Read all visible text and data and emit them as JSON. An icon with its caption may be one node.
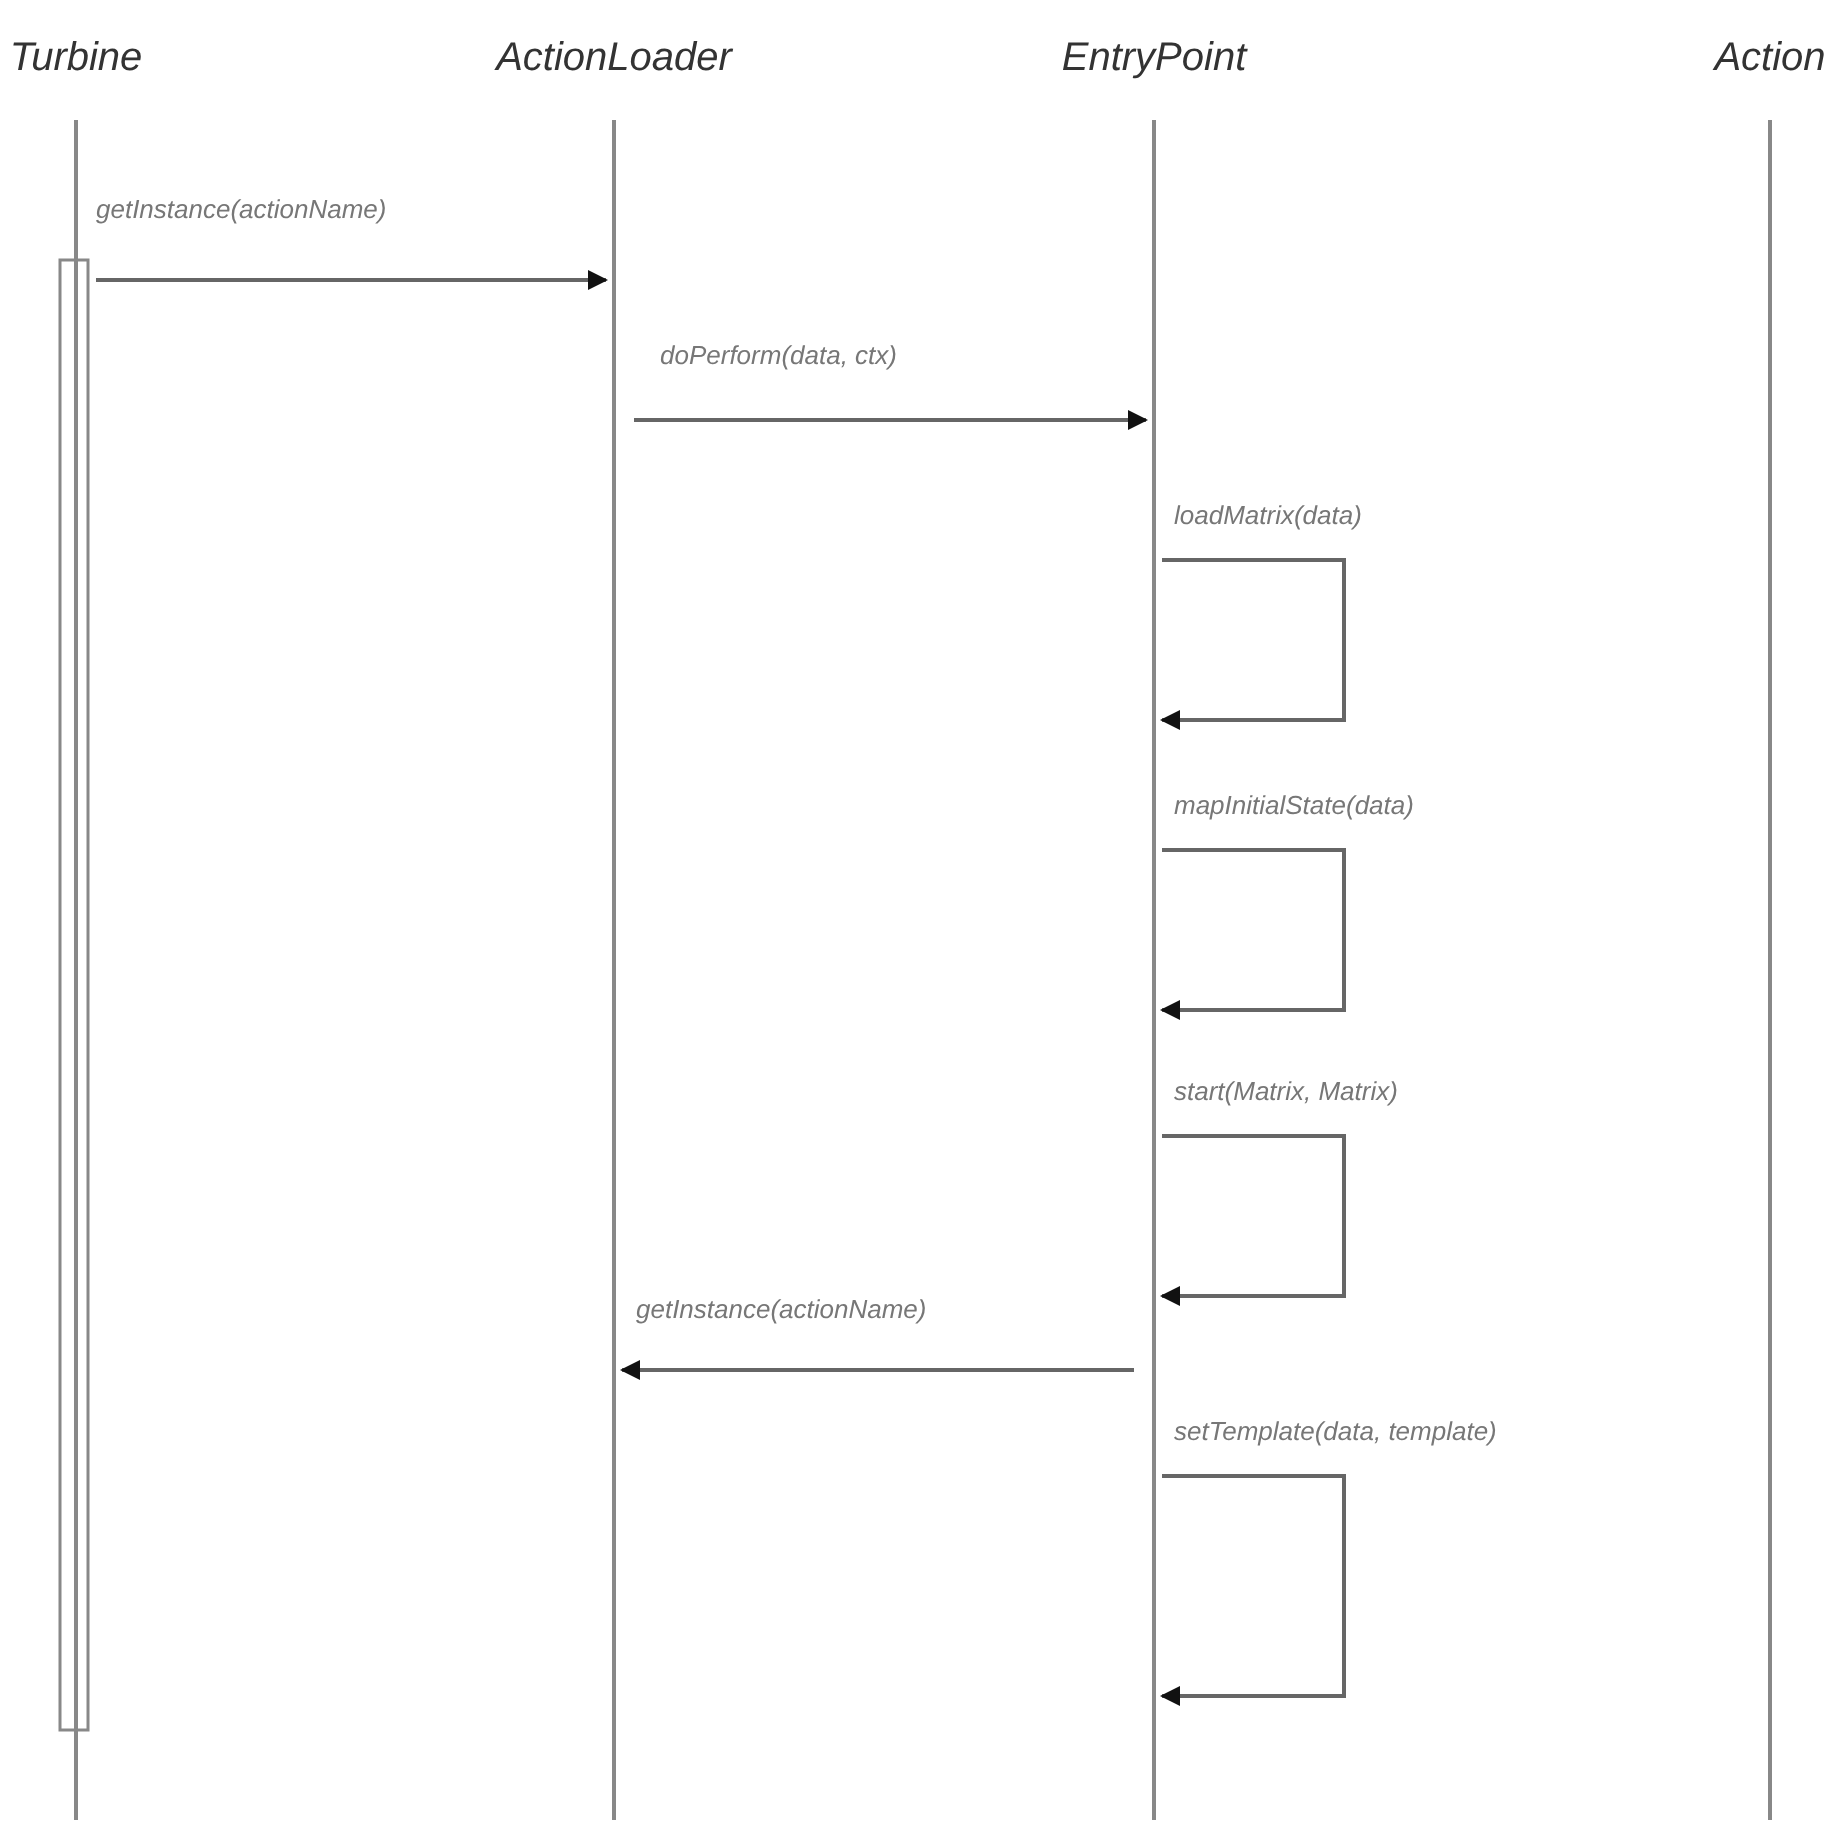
{
  "diagram": {
    "nodes": [
      {
        "text": [
          "Turbine"
        ]
      },
      {
        "text": [
          "ActionLoader"
        ]
      },
      {
        "text": [
          "EntryPoint"
        ]
      },
      {
        "text": [
          "Action"
        ]
      }
    ],
    "edges": [
      {
        "from": 0,
        "to": 1,
        "arrow": "to",
        "label": "getInstance(actionName)"
      },
      {
        "from": 1,
        "to": 2,
        "arrow": "to",
        "label": "doPerform(data, ctx)"
      },
      {
        "from": 2,
        "to": 2,
        "arrow": "to",
        "label": "loadMatrix(data)"
      },
      {
        "from": 2,
        "to": 2,
        "arrow": "to",
        "label": "mapInitialState(data)"
      },
      {
        "from": 2,
        "to": 2,
        "arrow": "to",
        "label": "start(Matrix, Matrix)"
      },
      {
        "from": 2,
        "to": 1,
        "arrow": "to",
        "label": "getInstance(actionName)"
      },
      {
        "from": 2,
        "to": 2,
        "arrow": "to",
        "label": "setTemplate(data, template)"
      }
    ]
  }
}
